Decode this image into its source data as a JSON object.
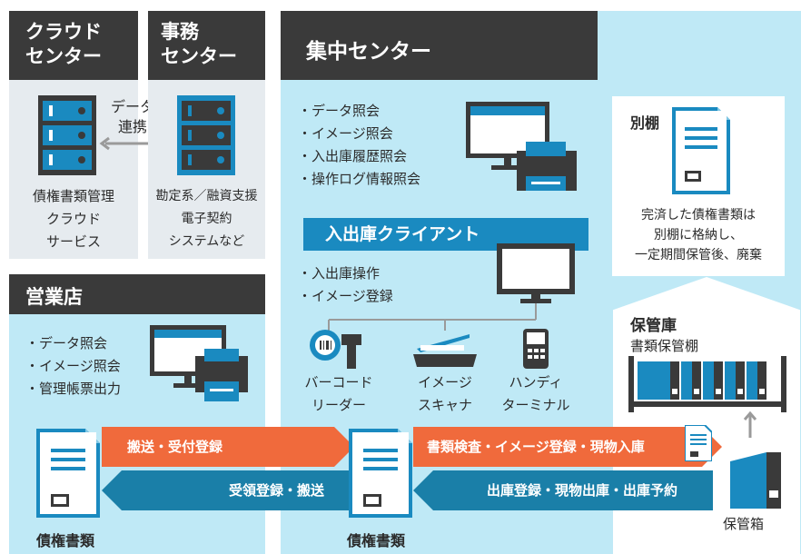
{
  "cloud": {
    "title_line1": "クラウド",
    "title_line2": "センター",
    "service_lines": [
      "債権書類管理",
      "クラウド",
      "サービス"
    ]
  },
  "office": {
    "title_line1": "事務",
    "title_line2": "センター",
    "system_lines": [
      "勘定系／融資支援",
      "電子契約",
      "システムなど"
    ]
  },
  "data_link": {
    "line1": "データ",
    "line2": "連携"
  },
  "branch": {
    "title": "営業店",
    "items": [
      "・データ照会",
      "・イメージ照会",
      "・管理帳票出力"
    ]
  },
  "center": {
    "title": "集中センター",
    "inquiry_items": [
      "・データ照会",
      "・イメージ照会",
      "・入出庫履歴照会",
      "・操作ログ情報照会"
    ],
    "client_label": "入出庫クライアント",
    "client_items": [
      "・入出庫操作",
      "・イメージ登録"
    ],
    "devices": [
      {
        "line1": "バーコード",
        "line2": "リーダー",
        "icon": "barcode-reader-icon"
      },
      {
        "line1": "イメージ",
        "line2": "スキャナ",
        "icon": "scanner-icon"
      },
      {
        "line1": "ハンディ",
        "line2": "ターミナル",
        "icon": "handy-terminal-icon"
      }
    ]
  },
  "separate_shelf": {
    "title": "別棚",
    "desc_lines": [
      "完済した債権書類は",
      "別棚に格納し、",
      "一定期間保管後、廃棄"
    ]
  },
  "storage": {
    "title": "保管庫",
    "shelf_label": "書類保管棚",
    "box_label": "保管箱"
  },
  "flows": {
    "send_register": "搬送・受付登録",
    "receive_send": "受領登録・搬送",
    "inspect_register": "書類検査・イメージ登録・現物入庫",
    "out_register": "出庫登録・現物出庫・出庫予約"
  },
  "documents": {
    "left_label": "債権書類",
    "center_label": "債権書類"
  },
  "colors": {
    "server_blue": "#1a8ac0",
    "server_dark": "#3a3a3a",
    "orange": "#f06a3c",
    "teal": "#1a7fa8",
    "light_blue": "#bfe9f6",
    "light_gray": "#e6ebef",
    "header_blue": "#1a8ac0"
  }
}
